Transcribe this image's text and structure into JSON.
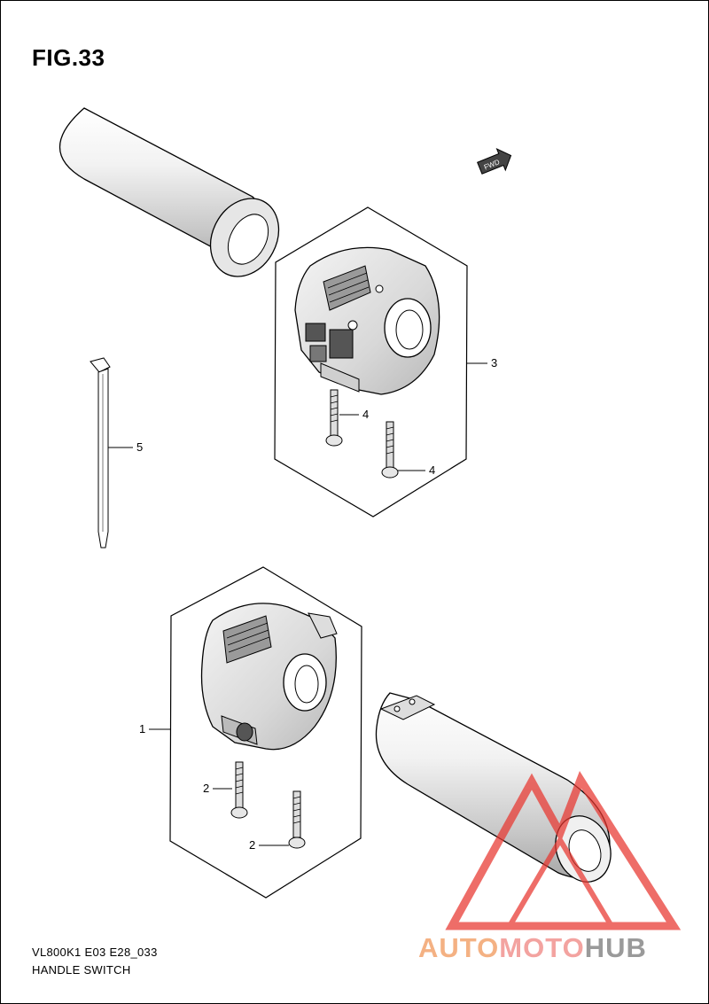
{
  "figure": {
    "title": "FIG.33",
    "fwd_marker": "FWD",
    "model_code": "VL800K1 E03 E28_033",
    "section_name": "HANDLE SWITCH"
  },
  "callouts": [
    {
      "ref": "3",
      "part": "right-handle-switch"
    },
    {
      "ref": "4",
      "part": "screw-upper"
    },
    {
      "ref": "4",
      "part": "screw-lower"
    },
    {
      "ref": "5",
      "part": "cable-tie"
    },
    {
      "ref": "1",
      "part": "left-handle-switch"
    },
    {
      "ref": "2",
      "part": "screw-upper"
    },
    {
      "ref": "2",
      "part": "screw-lower"
    }
  ],
  "watermark": {
    "part1": "AUTO",
    "part2": "MOTO",
    "part3": "HUB",
    "colors": {
      "auto": "#f4b183",
      "moto": "#f3a3a0",
      "hub": "#9a9a9a",
      "logo": "#e8362f"
    }
  }
}
